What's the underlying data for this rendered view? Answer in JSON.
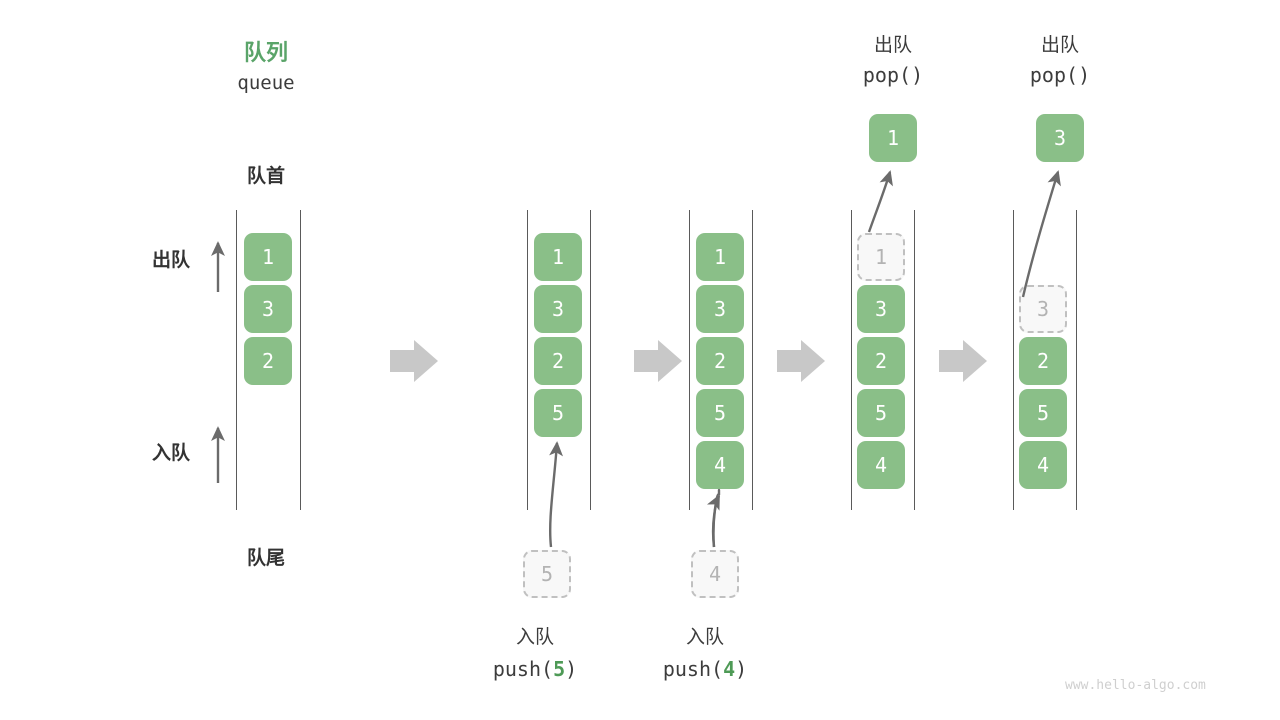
{
  "meta": {
    "watermark": "www.hello-algo.com"
  },
  "header": {
    "title_cn": "队列",
    "title_en": "queue"
  },
  "labels": {
    "head": "队首",
    "tail": "队尾",
    "dequeue_side": "出队",
    "enqueue_side": "入队"
  },
  "columns": [
    {
      "id": "initial",
      "op_cn": "",
      "op_code": "",
      "cells": [
        {
          "value": "1",
          "state": "filled"
        },
        {
          "value": "3",
          "state": "filled"
        },
        {
          "value": "2",
          "state": "filled"
        }
      ],
      "incoming": null,
      "popped": null
    },
    {
      "id": "push-5",
      "op_cn": "入队",
      "op_code_prefix": "push(",
      "op_code_num": "5",
      "op_code_suffix": ")",
      "cells": [
        {
          "value": "1",
          "state": "filled"
        },
        {
          "value": "3",
          "state": "filled"
        },
        {
          "value": "2",
          "state": "filled"
        },
        {
          "value": "5",
          "state": "filled"
        }
      ],
      "incoming": {
        "value": "5",
        "state": "ghost"
      },
      "popped": null
    },
    {
      "id": "push-4",
      "op_cn": "入队",
      "op_code_prefix": "push(",
      "op_code_num": "4",
      "op_code_suffix": ")",
      "cells": [
        {
          "value": "1",
          "state": "filled"
        },
        {
          "value": "3",
          "state": "filled"
        },
        {
          "value": "2",
          "state": "filled"
        },
        {
          "value": "5",
          "state": "filled"
        },
        {
          "value": "4",
          "state": "filled"
        }
      ],
      "incoming": {
        "value": "4",
        "state": "ghost"
      },
      "popped": null
    },
    {
      "id": "pop-1",
      "op_cn": "出队",
      "op_code_prefix": "pop(",
      "op_code_num": "",
      "op_code_suffix": ")",
      "cells": [
        {
          "value": "1",
          "state": "ghost"
        },
        {
          "value": "3",
          "state": "filled"
        },
        {
          "value": "2",
          "state": "filled"
        },
        {
          "value": "5",
          "state": "filled"
        },
        {
          "value": "4",
          "state": "filled"
        }
      ],
      "incoming": null,
      "popped": {
        "value": "1",
        "state": "filled"
      }
    },
    {
      "id": "pop-3",
      "op_cn": "出队",
      "op_code_prefix": "pop(",
      "op_code_num": "",
      "op_code_suffix": ")",
      "cells": [
        {
          "value": "",
          "state": "empty"
        },
        {
          "value": "3",
          "state": "ghost"
        },
        {
          "value": "2",
          "state": "filled"
        },
        {
          "value": "5",
          "state": "filled"
        },
        {
          "value": "4",
          "state": "filled"
        }
      ],
      "incoming": null,
      "popped": {
        "value": "3",
        "state": "filled"
      }
    }
  ],
  "colors": {
    "accent_green": "#8abf88",
    "title_green": "#5aa469",
    "code_num_green": "#4e9a56",
    "rail_gray": "#5a5a5a",
    "arrow_gray": "#6b6b6b",
    "step_arrow_gray": "#c8c8c8",
    "ghost_border": "#c0c0c0",
    "ghost_text": "#b3b3b3",
    "watermark_gray": "#cfcfcf"
  }
}
